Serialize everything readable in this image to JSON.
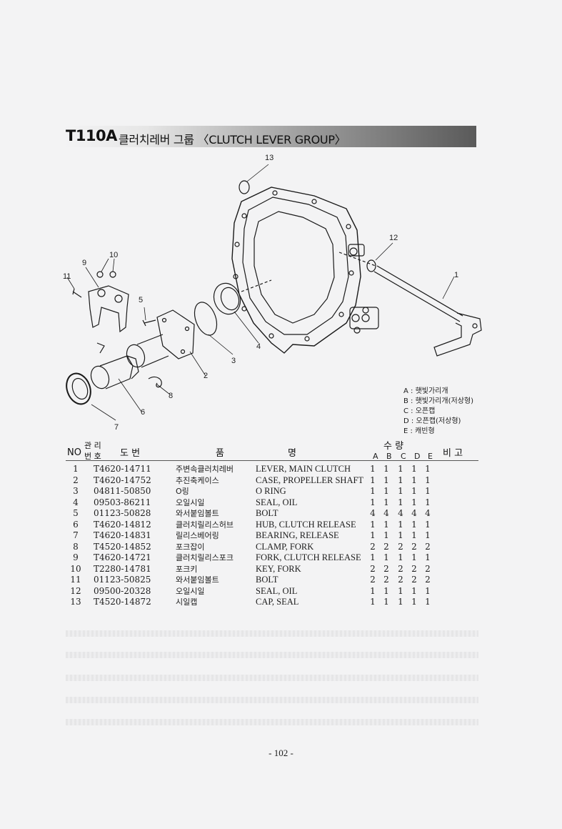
{
  "header": {
    "code": "T110A",
    "title": "클러치레버 그룹 〈CLUTCH LEVER GROUP〉"
  },
  "diagram": {
    "callouts": [
      "1",
      "2",
      "3",
      "4",
      "5",
      "6",
      "7",
      "8",
      "9",
      "10",
      "11",
      "12",
      "13"
    ]
  },
  "legend": [
    "A : 햇빛가리개",
    "B : 햇빛가리개(저상형)",
    "C : 오픈캡",
    "D : 오픈캡(저상형)",
    "E : 캐빈형"
  ],
  "table": {
    "col_no": "NO",
    "col_mgmt_line1": "관 리",
    "col_mgmt_line2": "번 호",
    "col_drawing": "도    번",
    "col_name_1": "품",
    "col_name_2": "명",
    "col_qty": "수        량",
    "col_remark": "비   고",
    "qty_cols": [
      "A",
      "B",
      "C",
      "D",
      "E"
    ],
    "rows": [
      {
        "no": "1",
        "part": "T4620-14711",
        "kr": "주변속클러치레버",
        "en": "LEVER, MAIN CLUTCH",
        "qty": [
          "1",
          "1",
          "1",
          "1",
          "1"
        ]
      },
      {
        "no": "2",
        "part": "T4620-14752",
        "kr": "추진축케이스",
        "en": "CASE, PROPELLER SHAFT",
        "qty": [
          "1",
          "1",
          "1",
          "1",
          "1"
        ]
      },
      {
        "no": "3",
        "part": "04811-50850",
        "kr": "O링",
        "en": "O RING",
        "qty": [
          "1",
          "1",
          "1",
          "1",
          "1"
        ]
      },
      {
        "no": "4",
        "part": "09503-86211",
        "kr": "오일시일",
        "en": "SEAL, OIL",
        "qty": [
          "1",
          "1",
          "1",
          "1",
          "1"
        ]
      },
      {
        "no": "5",
        "part": "01123-50828",
        "kr": "와서붙임볼트",
        "en": "BOLT",
        "qty": [
          "4",
          "4",
          "4",
          "4",
          "4"
        ]
      },
      {
        "no": "6",
        "part": "T4620-14812",
        "kr": "클러치릴리스허브",
        "en": "HUB, CLUTCH RELEASE",
        "qty": [
          "1",
          "1",
          "1",
          "1",
          "1"
        ]
      },
      {
        "no": "7",
        "part": "T4620-14831",
        "kr": "릴리스베어링",
        "en": "BEARING, RELEASE",
        "qty": [
          "1",
          "1",
          "1",
          "1",
          "1"
        ]
      },
      {
        "no": "8",
        "part": "T4520-14852",
        "kr": "포크잡이",
        "en": "CLAMP, FORK",
        "qty": [
          "2",
          "2",
          "2",
          "2",
          "2"
        ]
      },
      {
        "no": "9",
        "part": "T4620-14721",
        "kr": "클러치릴리스포크",
        "en": "FORK, CLUTCH RELEASE",
        "qty": [
          "1",
          "1",
          "1",
          "1",
          "1"
        ]
      },
      {
        "no": "10",
        "part": "T2280-14781",
        "kr": "포크키",
        "en": "KEY, FORK",
        "qty": [
          "2",
          "2",
          "2",
          "2",
          "2"
        ]
      },
      {
        "no": "11",
        "part": "01123-50825",
        "kr": "와서붙임볼트",
        "en": "BOLT",
        "qty": [
          "2",
          "2",
          "2",
          "2",
          "2"
        ]
      },
      {
        "no": "12",
        "part": "09500-20328",
        "kr": "오일시일",
        "en": "SEAL, OIL",
        "qty": [
          "1",
          "1",
          "1",
          "1",
          "1"
        ]
      },
      {
        "no": "13",
        "part": "T4520-14872",
        "kr": "시일캡",
        "en": "CAP, SEAL",
        "qty": [
          "1",
          "1",
          "1",
          "1",
          "1"
        ]
      }
    ]
  },
  "footer": {
    "page_number": "- 102 -"
  }
}
